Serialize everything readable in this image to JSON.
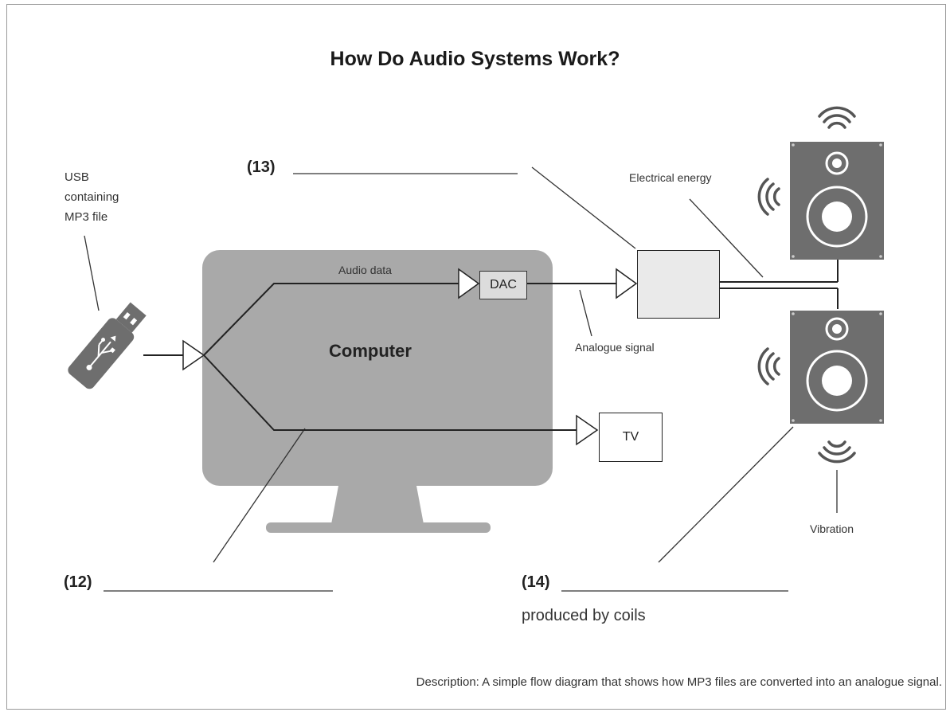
{
  "title": "How Do Audio Systems Work?",
  "usb_label": [
    "USB",
    "containing",
    "MP3 file"
  ],
  "computer_label": "Computer",
  "audio_data_label": "Audio data",
  "dac_label": "DAC",
  "tv_label": "TV",
  "analogue_signal_label": "Analogue signal",
  "electrical_energy_label": "Electrical energy",
  "vibration_label": "Vibration",
  "questions": {
    "q12": "(12)",
    "q13": "(13)",
    "q14": "(14)",
    "q14_suffix": "produced by coils"
  },
  "description": "Description: A simple flow diagram that shows how MP3 files are converted into an analogue signal.",
  "colors": {
    "monitor": "#a9a9a9",
    "speaker": "#6e6e6e",
    "dac_fill": "#dcdcdc",
    "amp_fill": "#eaeaea",
    "line": "#222222"
  }
}
